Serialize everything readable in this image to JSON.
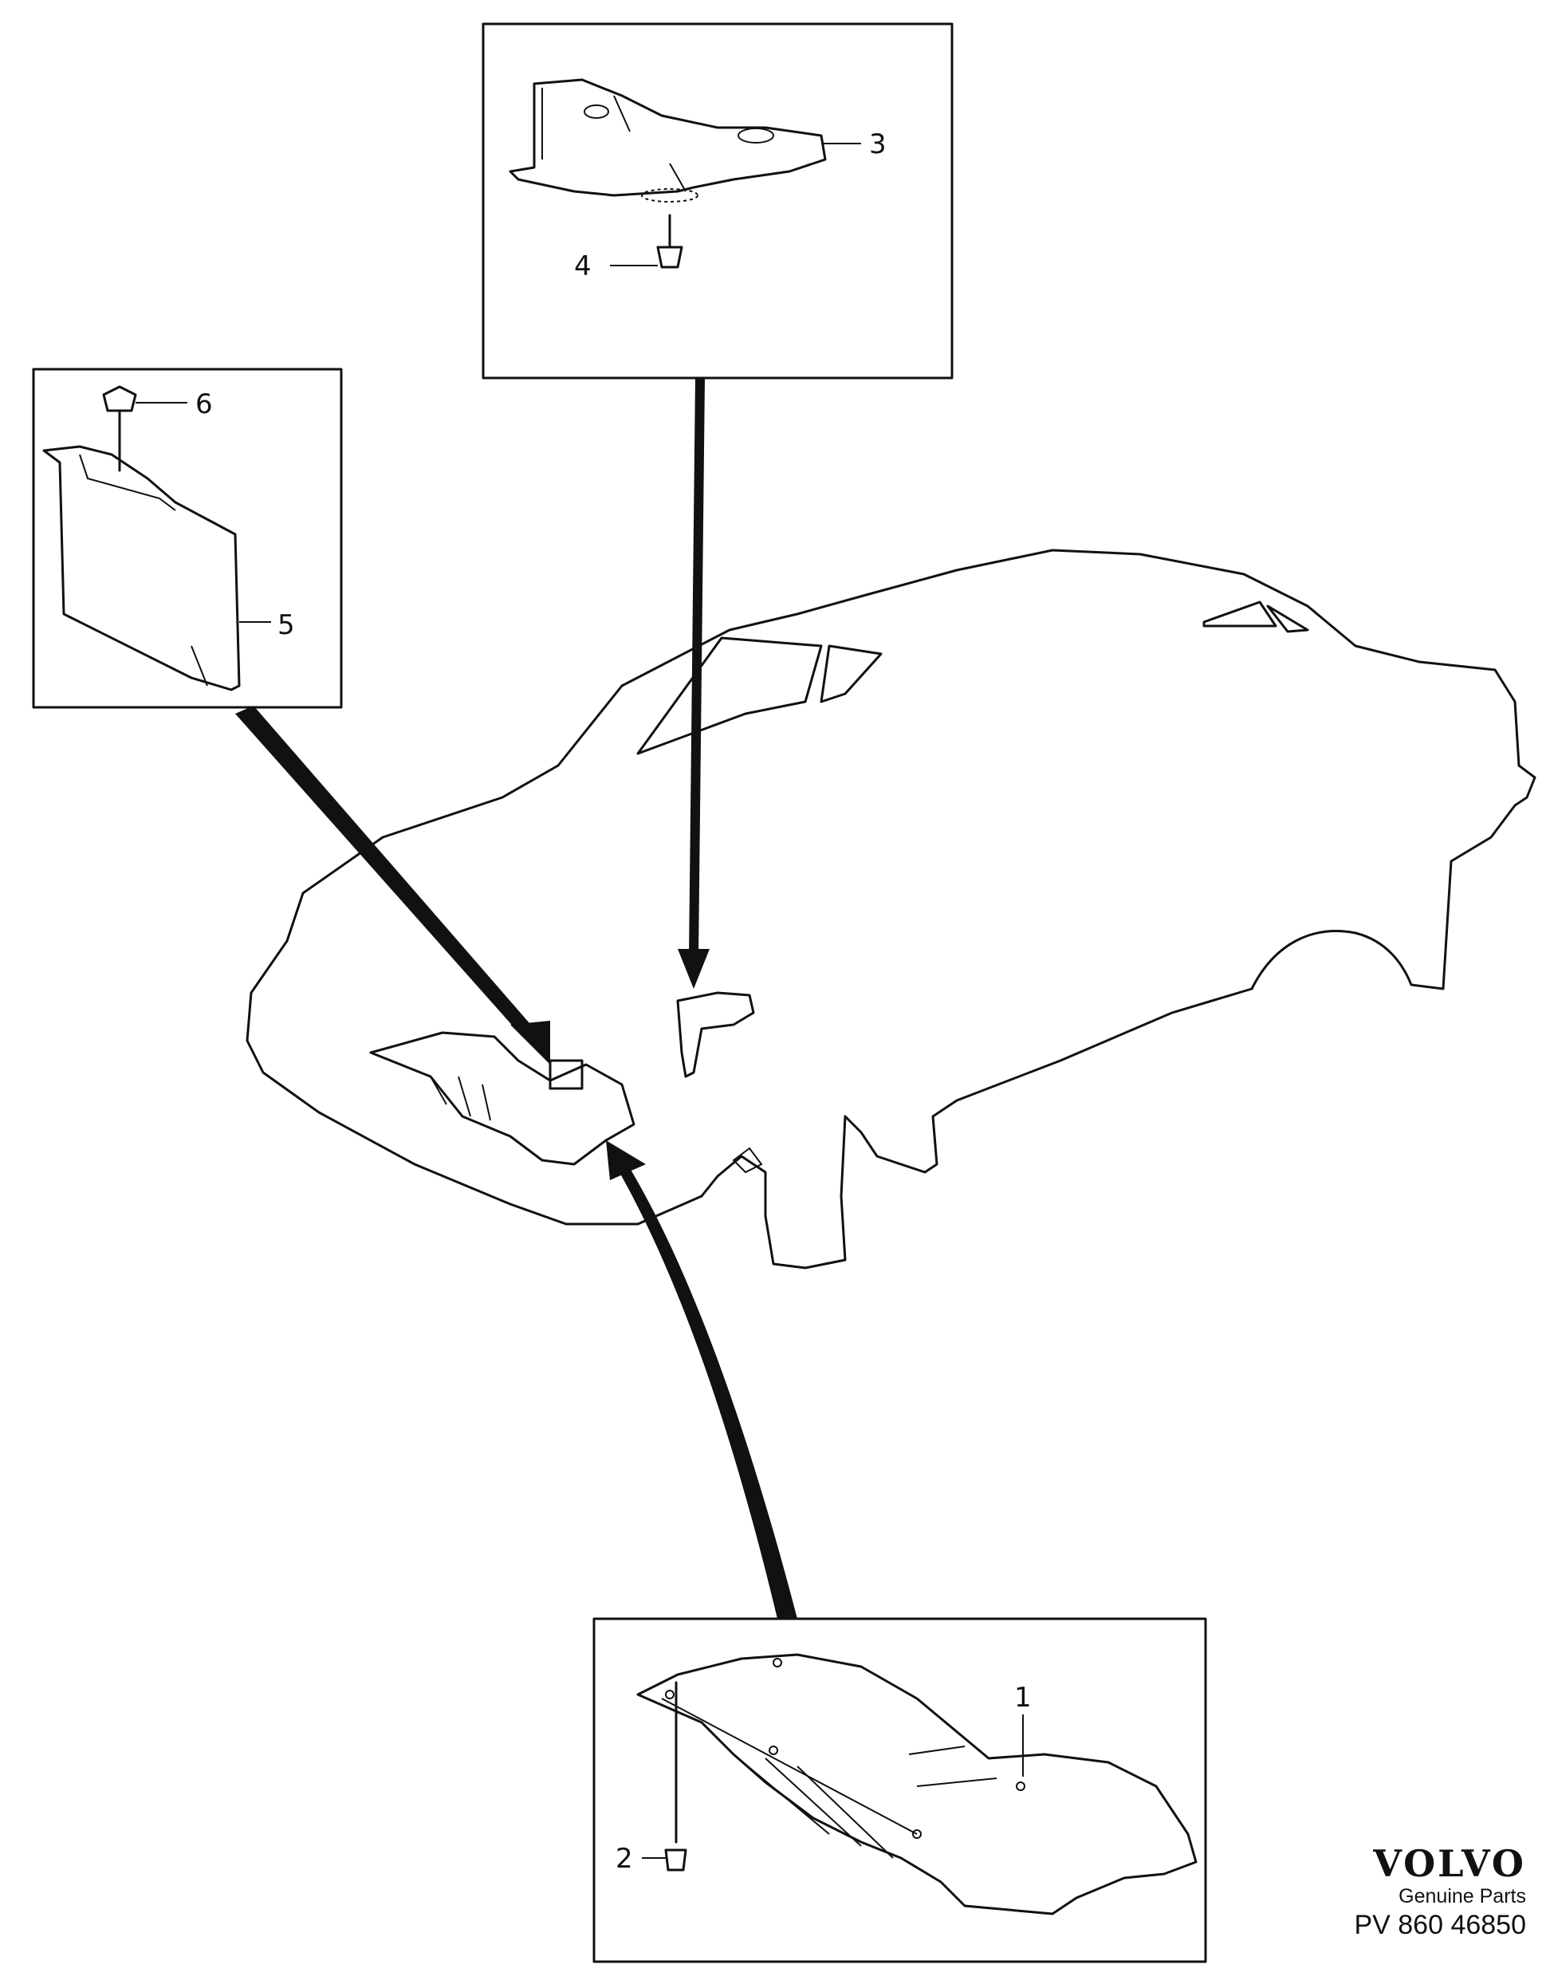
{
  "callouts": {
    "c1": "1",
    "c2": "2",
    "c3": "3",
    "c4": "4",
    "c5": "5",
    "c6": "6"
  },
  "brand": {
    "logo": "VOLVO",
    "subtitle": "Genuine Parts",
    "code": "PV 860 46850"
  },
  "colors": {
    "ink": "#111111",
    "background": "#ffffff"
  }
}
